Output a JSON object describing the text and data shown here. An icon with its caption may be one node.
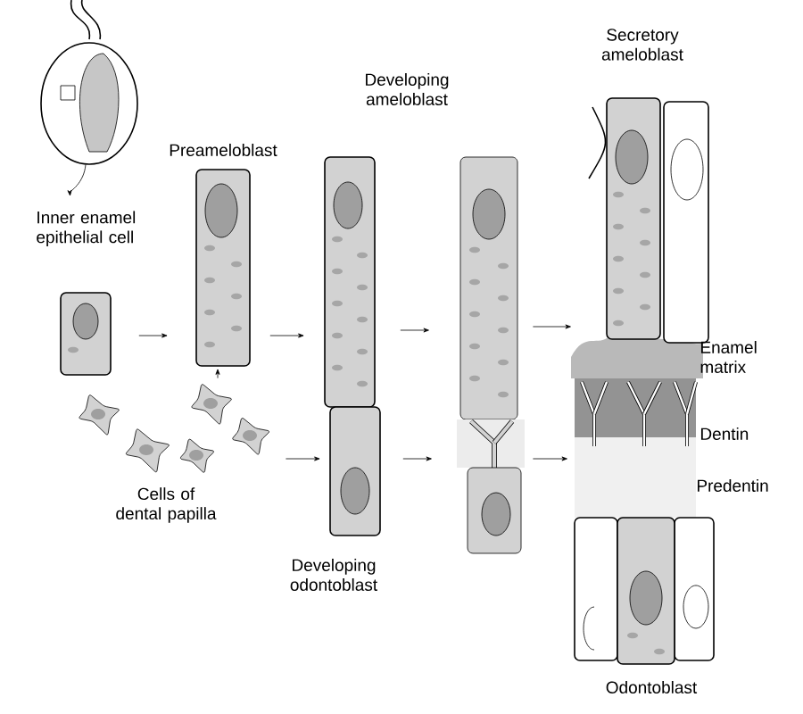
{
  "diagram": {
    "nodes": [
      {
        "text": [],
        "shape": "picture"
      },
      {
        "text": [
          "Inner enamel epithelial cell"
        ]
      },
      {
        "text": [
          "Preameloblast"
        ]
      },
      {
        "text": [
          "Cells of dental papilla"
        ]
      },
      {
        "text": [
          "Developing ameloblast"
        ]
      },
      {
        "text": [
          "Developing odontoblast"
        ]
      },
      {
        "text": [],
        "shape": "picture"
      },
      {
        "text": [
          "Secretory ameloblast"
        ]
      },
      {
        "text": [
          "Odontoblast"
        ]
      }
    ],
    "edges": [
      {
        "from": 0,
        "to": 1,
        "arrow": "to"
      },
      {
        "from": 1,
        "to": 2,
        "arrow": "to"
      },
      {
        "from": 2,
        "to": 4,
        "arrow": "to"
      },
      {
        "from": 3,
        "to": 2,
        "arrow": "to"
      },
      {
        "from": 4,
        "to": 6,
        "arrow": "to"
      },
      {
        "from": 3,
        "to": 5,
        "arrow": "to"
      },
      {
        "from": 5,
        "to": 6,
        "arrow": "to"
      },
      {
        "from": 6,
        "to": 7,
        "arrow": "to"
      },
      {
        "from": 6,
        "to": 8,
        "arrow": "to"
      }
    ],
    "labels": [
      "Enamel matrix",
      "Dentin",
      "Predentin"
    ]
  }
}
